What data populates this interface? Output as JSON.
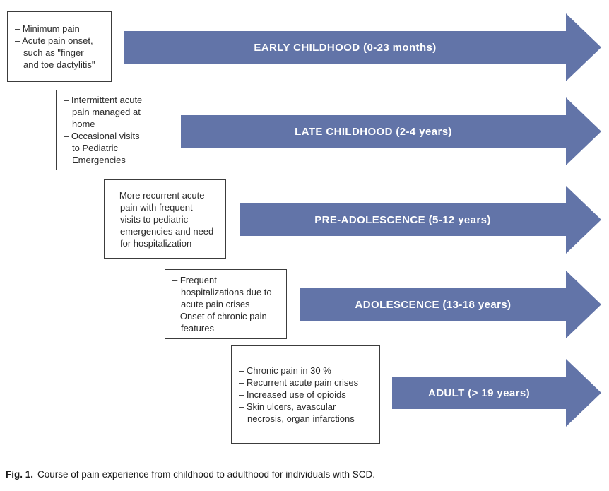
{
  "colors": {
    "arrow_fill": "#6274a8"
  },
  "stages": [
    {
      "arrow_label": "EARLY CHILDHOOD (0-23 months)",
      "bullets": [
        "– Minimum pain",
        "– Acute pain onset,\nsuch as \"finger\nand toe dactylitis\""
      ]
    },
    {
      "arrow_label": "LATE CHILDHOOD (2-4 years)",
      "bullets": [
        "– Intermittent acute\npain managed at\nhome",
        "– Occasional visits\nto Pediatric\nEmergencies"
      ]
    },
    {
      "arrow_label": "PRE-ADOLESCENCE (5-12 years)",
      "bullets": [
        "– More recurrent acute\npain with frequent\nvisits to pediatric\nemergencies and need\nfor hospitalization"
      ]
    },
    {
      "arrow_label": "ADOLESCENCE (13-18 years)",
      "bullets": [
        "– Frequent\nhospitalizations due to\nacute pain crises",
        "– Onset of chronic pain\nfeatures"
      ]
    },
    {
      "arrow_label": "ADULT (> 19 years)",
      "bullets": [
        "– Chronic pain in 30 %",
        "– Recurrent acute pain crises",
        "– Increased use of opioids",
        "– Skin ulcers, avascular\nnecrosis, organ infarctions"
      ]
    }
  ],
  "caption": {
    "fig_label": "Fig. 1.",
    "text": "Course of pain experience from childhood to adulthood for individuals with SCD."
  }
}
